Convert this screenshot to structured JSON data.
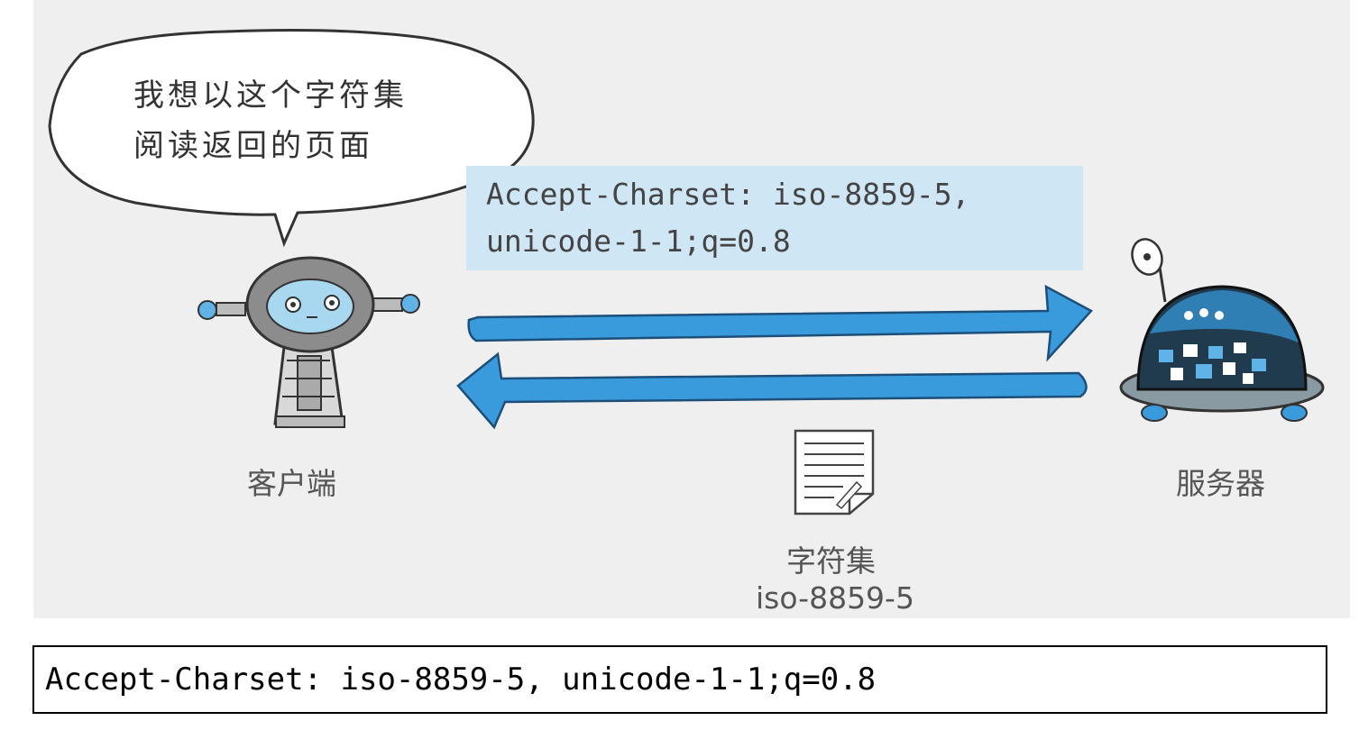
{
  "speech_bubble": {
    "line1": "我想以这个字符集",
    "line2": "阅读返回的页面"
  },
  "request_header": {
    "line1": "Accept-Charset: iso-8859-5,",
    "line2": "unicode-1-1;q=0.8"
  },
  "client": {
    "label": "客户端"
  },
  "server": {
    "label": "服务器"
  },
  "response_document": {
    "label_line1": "字符集",
    "label_line2": "iso-8859-5"
  },
  "code_box": {
    "text": "Accept-Charset: iso-8859-5, unicode-1-1;q=0.8"
  },
  "colors": {
    "panel_bg": "#efefef",
    "arrow_blue": "#3a9bdc",
    "header_bg": "#cfe7f5",
    "robot_gray": "#8c8c8c",
    "server_dark": "#1f3b4d"
  }
}
